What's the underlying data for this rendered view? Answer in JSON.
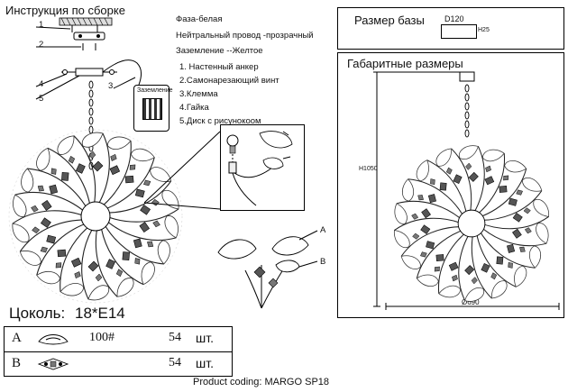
{
  "instructions": {
    "title": "Инструкция по сборке",
    "callouts": [
      "1",
      "2",
      "3",
      "4",
      "5"
    ],
    "wiring_label": "Заземление"
  },
  "wiring": {
    "phase": "Фаза-белая",
    "neutral": "Нейтральный провод -прозрачный",
    "ground": "Заземление --Желтое"
  },
  "parts": [
    "1. Настенный анкер",
    "2.Самонарезающий винт",
    "3.Клемма",
    "4.Гайка",
    "5.Диск с рисунокоом"
  ],
  "base_size": {
    "title": "Размер базы",
    "diameter": "D120",
    "height": "H25"
  },
  "dimensions": {
    "title": "Габаритные размеры",
    "height": "H1050",
    "diameter": "Ø690"
  },
  "detail_labels": {
    "a": "A",
    "b": "B"
  },
  "socket": {
    "label": "Цоколь:",
    "value": "18*E14"
  },
  "items_table": [
    {
      "letter": "A",
      "code": "100#",
      "qty": "54",
      "unit": "шт."
    },
    {
      "letter": "B",
      "code": "",
      "qty": "54",
      "unit": "шт."
    }
  ],
  "footer": {
    "product_coding": "Product coding: MARGO SP18"
  }
}
